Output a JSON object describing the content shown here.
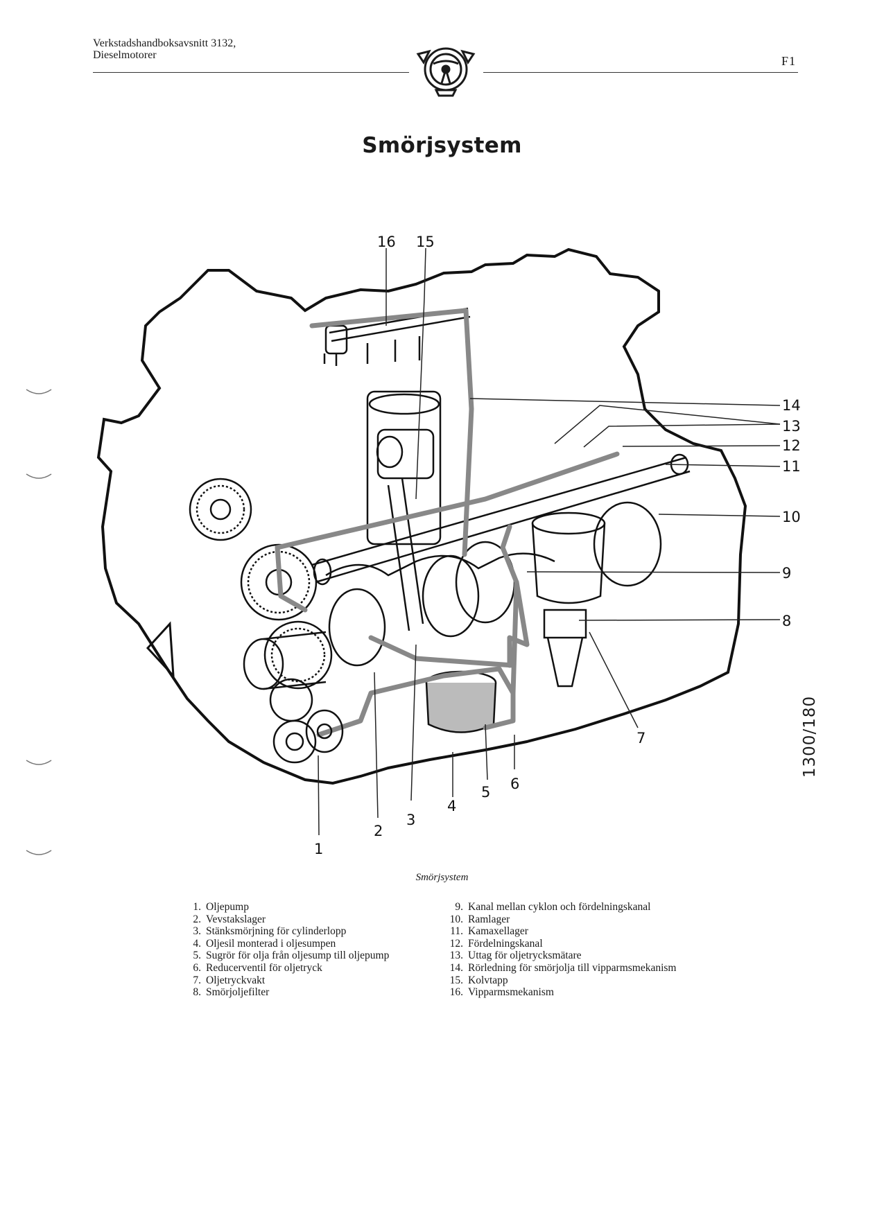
{
  "header": {
    "manual_line1": "Verkstadshandboksavsnitt 3132,",
    "manual_line2": "Dieselmotorer",
    "page_code": "F1",
    "logo": "steering-wheel-logo-icon"
  },
  "title": "Smörjsystem",
  "figure": {
    "callouts": [
      "1",
      "2",
      "3",
      "4",
      "5",
      "6",
      "7",
      "8",
      "9",
      "10",
      "11",
      "12",
      "13",
      "14",
      "15",
      "16"
    ],
    "part_number": "1300/180",
    "caption": "Smörjsystem"
  },
  "legend_left": [
    {
      "num": "1.",
      "text": "Oljepump"
    },
    {
      "num": "2.",
      "text": "Vevstakslager"
    },
    {
      "num": "3.",
      "text": "Stänksmörjning för cylinderlopp"
    },
    {
      "num": "4.",
      "text": "Oljesil monterad i oljesumpen"
    },
    {
      "num": "5.",
      "text": "Sugrör för olja från oljesump till oljepump"
    },
    {
      "num": "6.",
      "text": "Reducerventil för oljetryck"
    },
    {
      "num": "7.",
      "text": "Oljetryckvakt"
    },
    {
      "num": "8.",
      "text": "Smörjoljefilter"
    }
  ],
  "legend_right": [
    {
      "num": "9.",
      "text": "Kanal mellan cyklon och fördelningskanal"
    },
    {
      "num": "10.",
      "text": "Ramlager"
    },
    {
      "num": "11.",
      "text": "Kamaxellager"
    },
    {
      "num": "12.",
      "text": "Fördelningskanal"
    },
    {
      "num": "13.",
      "text": "Uttag för oljetrycksmätare"
    },
    {
      "num": "14.",
      "text": "Rörledning för smörjolja till vipparmsmekanism"
    },
    {
      "num": "15.",
      "text": "Kolvtapp"
    },
    {
      "num": "16.",
      "text": "Vipparmsmekanism"
    }
  ]
}
